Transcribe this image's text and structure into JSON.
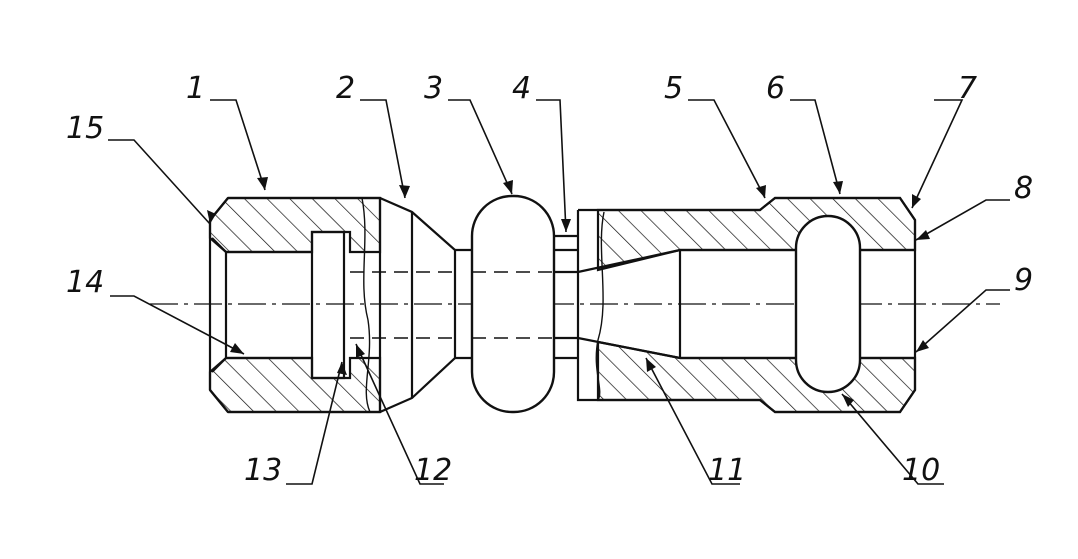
{
  "colors": {
    "ink": "#111111",
    "paper": "#ffffff"
  },
  "callouts": [
    {
      "id": "c1",
      "label": "1"
    },
    {
      "id": "c2",
      "label": "2"
    },
    {
      "id": "c3",
      "label": "3"
    },
    {
      "id": "c4",
      "label": "4"
    },
    {
      "id": "c5",
      "label": "5"
    },
    {
      "id": "c6",
      "label": "6"
    },
    {
      "id": "c7",
      "label": "7"
    },
    {
      "id": "c8",
      "label": "8"
    },
    {
      "id": "c9",
      "label": "9"
    },
    {
      "id": "c10",
      "label": "10"
    },
    {
      "id": "c11",
      "label": "11"
    },
    {
      "id": "c12",
      "label": "12"
    },
    {
      "id": "c13",
      "label": "13"
    },
    {
      "id": "c14",
      "label": "14"
    },
    {
      "id": "c15",
      "label": "15"
    }
  ]
}
